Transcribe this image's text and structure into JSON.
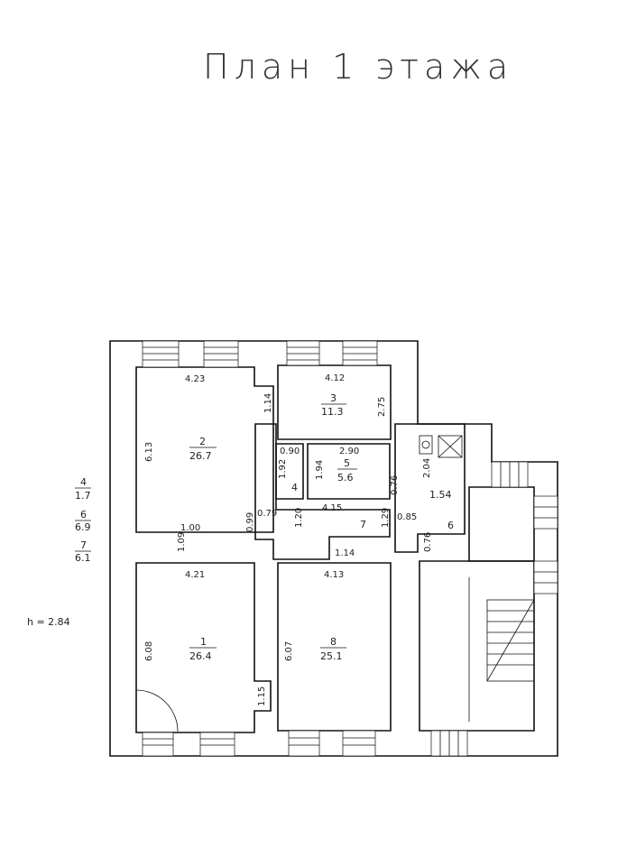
{
  "title": "План 1 этажа",
  "height_label": "h = 2.84",
  "legend": [
    {
      "num": "4",
      "area": "1.7"
    },
    {
      "num": "6",
      "area": "6.9"
    },
    {
      "num": "7",
      "area": "6.1"
    }
  ],
  "rooms": [
    {
      "num": "1",
      "area": "26.4"
    },
    {
      "num": "2",
      "area": "26.7"
    },
    {
      "num": "3",
      "area": "11.3"
    },
    {
      "num": "4"
    },
    {
      "num": "5",
      "area": "5.6"
    },
    {
      "num": "6",
      "area": "1.54"
    },
    {
      "num": "7"
    },
    {
      "num": "8",
      "area": "25.1"
    }
  ],
  "dimensions": {
    "r2_width": "4.23",
    "r2_height": "6.13",
    "r2_door": "1.00",
    "r3_width": "4.12",
    "r3_height": "2.75",
    "corr_114_top": "1.14",
    "r4_090": "0.90",
    "r4_192": "1.92",
    "r5_width": "2.90",
    "r5_height": "1.94",
    "r5_076": "0.76",
    "r6_204": "2.04",
    "r6_085": "0.85",
    "r6_076": "0.76",
    "r7_415": "4.15",
    "r7_129": "1.29",
    "r7_120": "1.20",
    "r7_099": "0.99",
    "r7_079": "0.79",
    "r7_109": "1.09",
    "r7_114": "1.14",
    "r1_width": "4.21",
    "r1_height": "6.08",
    "r8_width": "4.13",
    "r8_height": "6.07",
    "r8_115": "1.15"
  }
}
